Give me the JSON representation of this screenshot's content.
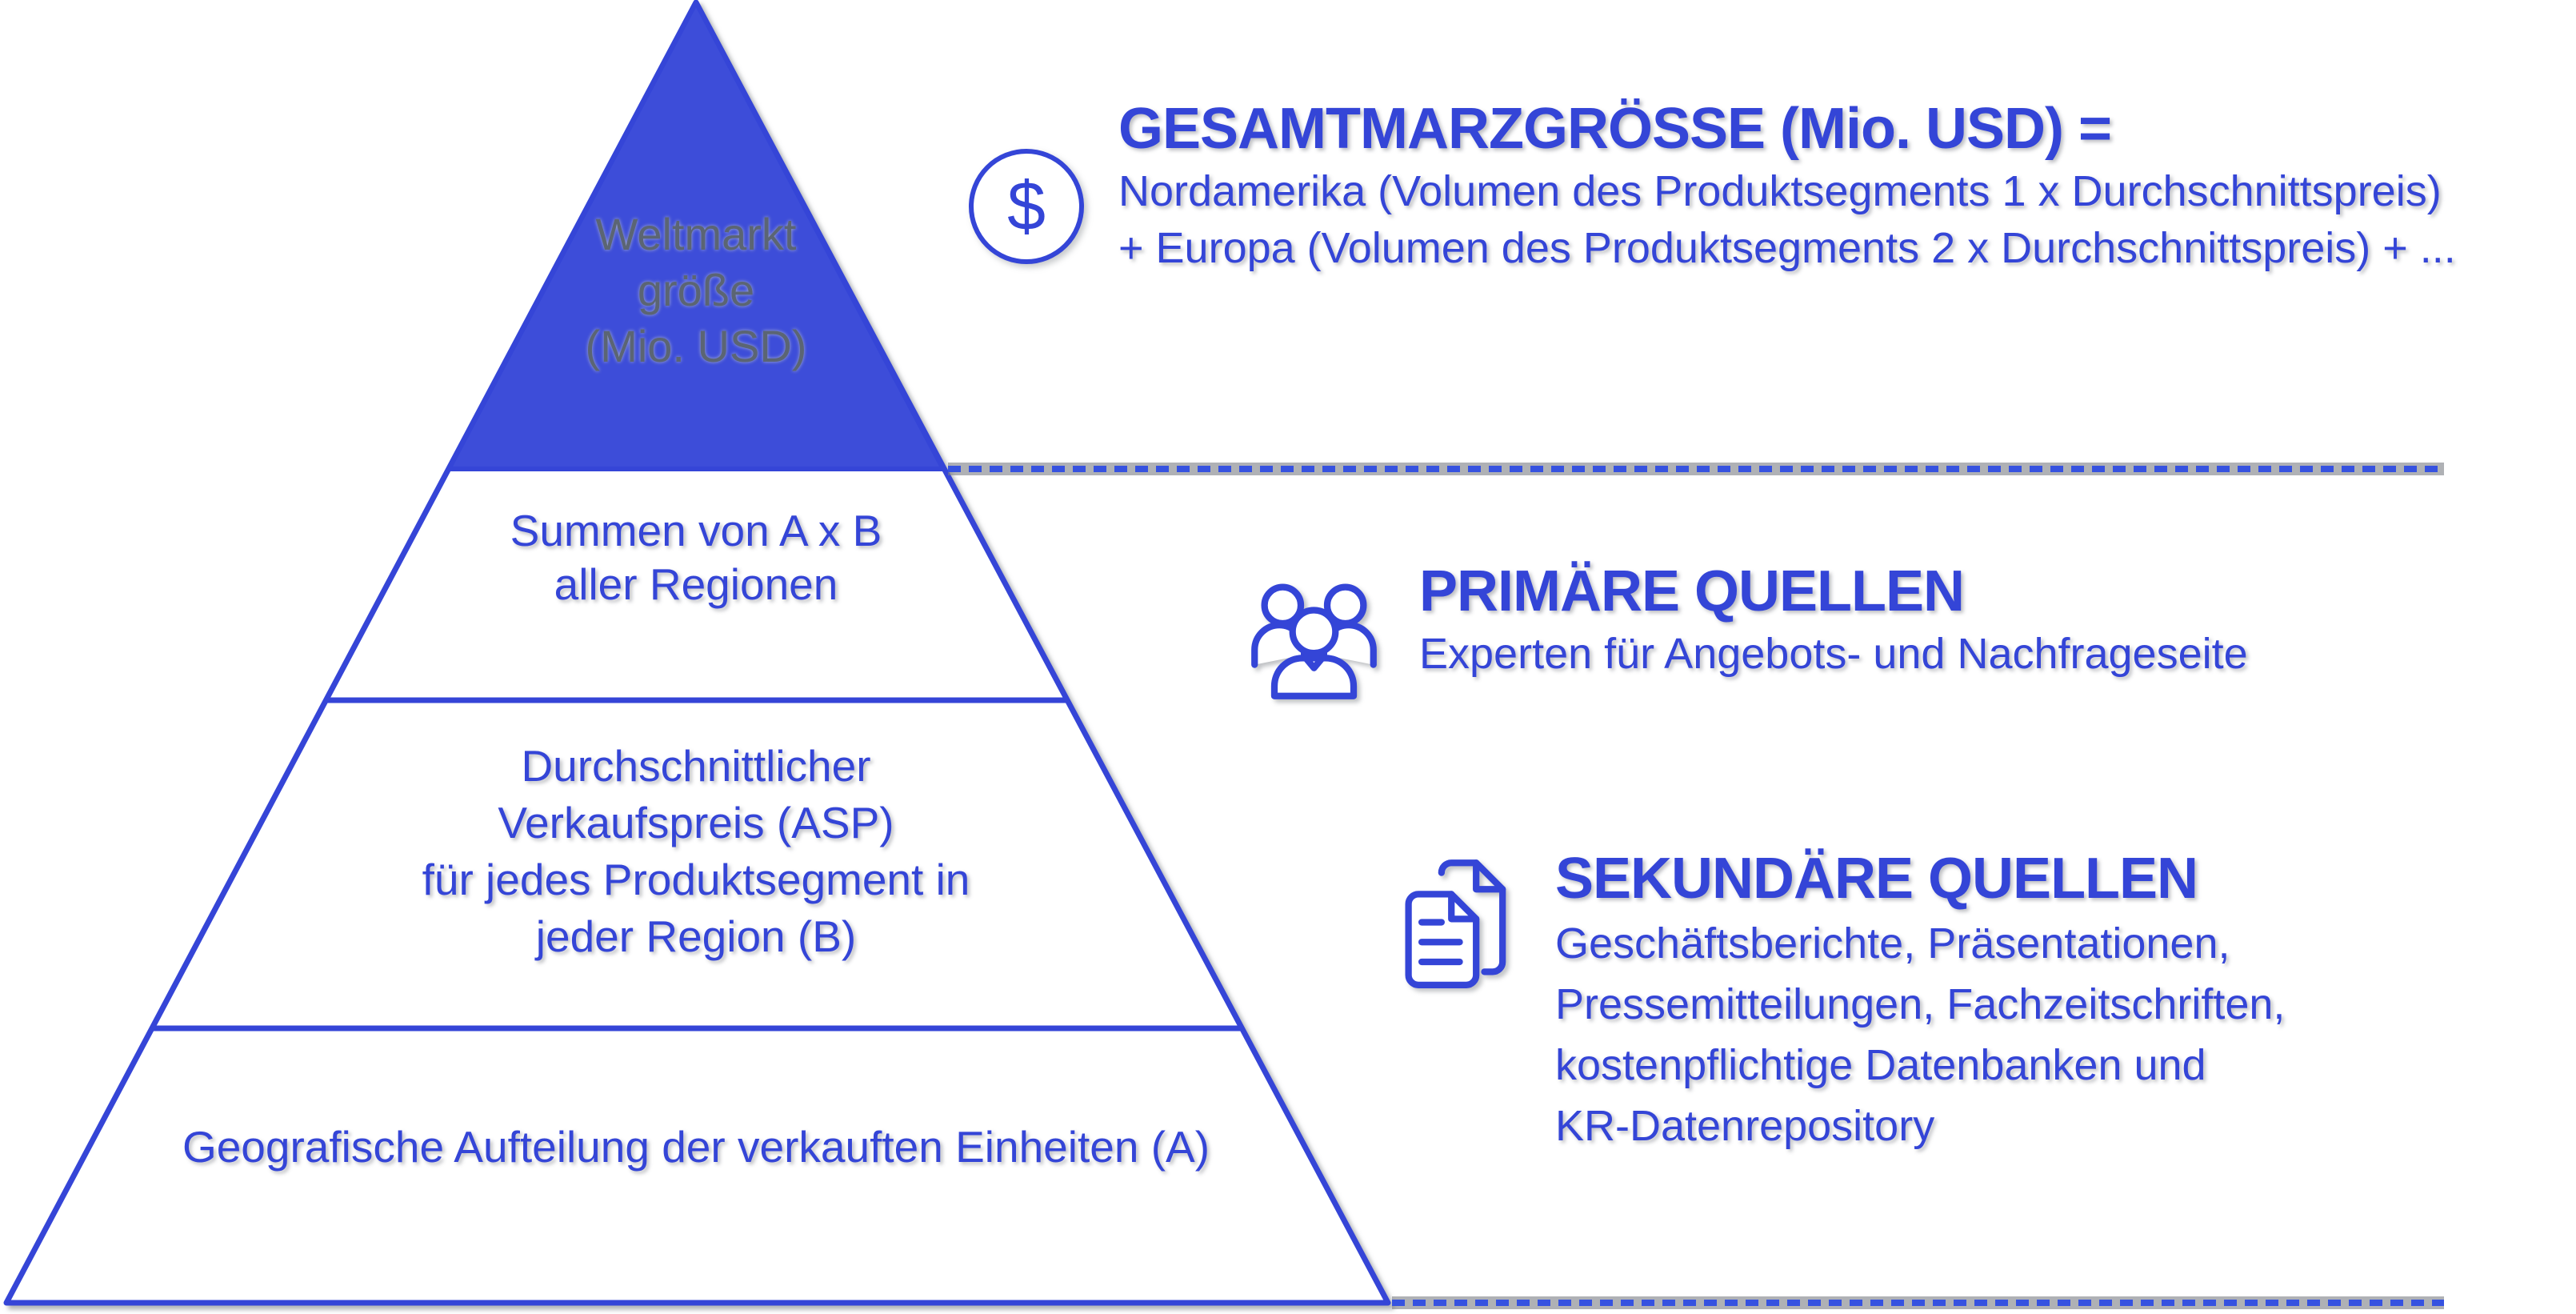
{
  "colors": {
    "accent_blue": "#3445d7",
    "pyramid_top_fill": "#3c4ed9",
    "top_label_gray": "#5b6573"
  },
  "pyramid": {
    "top_label": {
      "line1": "Weltmarkt",
      "line2": "größe",
      "line3": "(Mio. USD)"
    },
    "level2": {
      "line1": "Summen von A x B",
      "line2": "aller Regionen"
    },
    "level3": {
      "line1": "Durchschnittlicher",
      "line2": "Verkaufspreis (ASP)",
      "line3": "für jedes Produktsegment in",
      "line4": "jeder Region (B)"
    },
    "level4": {
      "line1": "Geografische Aufteilung der verkauften Einheiten (A)"
    }
  },
  "formula": {
    "icon_glyph": "$",
    "title": "GESAMTMARZGRÖSSE (Mio. USD) =",
    "line1": "Nordamerika (Volumen des Produktsegments 1 x Durchschnittspreis)",
    "line2": "+ Europa (Volumen des Produktsegments 2 x Durchschnittspreis) + ..."
  },
  "primary_sources": {
    "title": "PRIMÄRE QUELLEN",
    "subtitle": "Experten für Angebots- und Nachfrageseite"
  },
  "secondary_sources": {
    "title": "SEKUNDÄRE QUELLEN",
    "line1": "Geschäftsberichte, Präsentationen,",
    "line2": "Pressemitteilungen, Fachzeitschriften,",
    "line3": "kostenpflichtige Datenbanken und",
    "line4": "KR-Datenrepository"
  }
}
